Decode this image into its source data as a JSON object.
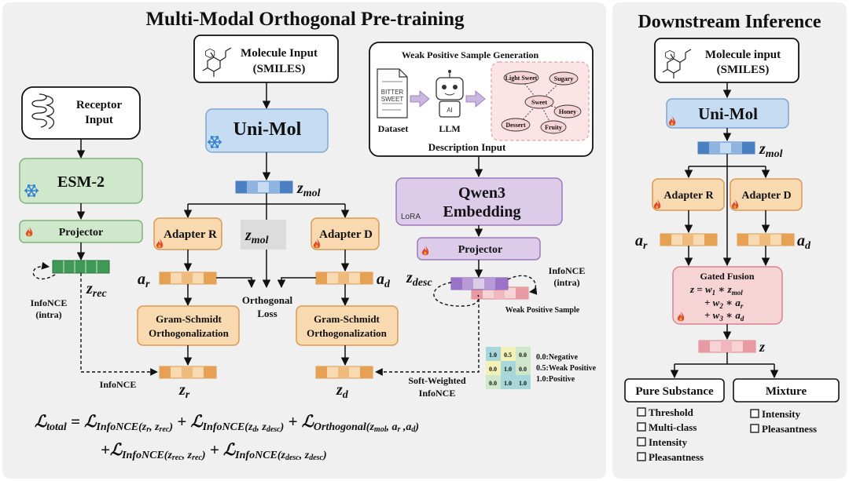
{
  "pretrain": {
    "title": "Multi-Modal Orthogonal Pre-training",
    "receptor_input": [
      "Receptor",
      "Input"
    ],
    "molecule_input": [
      "Molecule Input",
      "(SMILES)"
    ],
    "esm2": "ESM-2",
    "unimol": "Uni-Mol",
    "projector": "Projector",
    "adapter_r": "Adapter R",
    "adapter_d": "Adapter D",
    "z_rec": "z",
    "z_rec_sub": "rec",
    "z_mol": "z",
    "z_mol_sub": "mol",
    "a_r": "a",
    "a_r_sub": "r",
    "a_d": "a",
    "a_d_sub": "d",
    "z_r": "z",
    "z_r_sub": "r",
    "z_d": "z",
    "z_d_sub": "d",
    "z_desc": "z",
    "z_desc_sub": "desc",
    "orthogonal_loss": [
      "Orthogonal",
      "Loss"
    ],
    "gram_schmidt": [
      "Gram-Schmidt",
      "Orthogonalization"
    ],
    "infonce_intra_left": [
      "InfoNCE",
      "(intra)"
    ],
    "infonce": "InfoNCE",
    "soft_weighted": [
      "Soft-Weighted",
      "InfoNCE"
    ],
    "weak_gen_title": "Weak Positive Sample Generation",
    "dataset_doc": [
      "BITTER",
      "SWEET"
    ],
    "dataset": "Dataset",
    "llm": "LLM",
    "llm_ai": "AI",
    "description_input": "Description  Input",
    "taste_nodes": [
      "Light Sweet",
      "Sugary",
      "Sweet",
      "Honey",
      "Dessert",
      "Fruity"
    ],
    "qwen3": [
      "Qwen3",
      "Embedding"
    ],
    "lora": "LoRA",
    "projector2": "Projector",
    "infonce_intra_right": [
      "InfoNCE",
      "(intra)"
    ],
    "weak_positive_sample": "Weak Positive Sample",
    "matrix": [
      "1.0",
      "0.5",
      "0.0",
      "0.0",
      "1.0",
      "0.0",
      "0.0",
      "1.0",
      "1.0"
    ],
    "legend": [
      "0.0:Negative",
      "0.5:Weak Positive",
      "1.0:Positive"
    ],
    "loss_line1": {
      "lhs": "ℒ",
      "lhs_sub": "total",
      "eq": " = ",
      "t1": "ℒ",
      "t1_sub": "InfoNCE(z",
      "t1_sub2": "r",
      "t1_sub3": ", z",
      "t1_sub4": "rec",
      "t1_sub5": ")",
      "plus1": " + ",
      "t2": "ℒ",
      "t2_sub": "InfoNCE(z",
      "t2_sub2": "d",
      "t2_sub3": ", z",
      "t2_sub4": "desc",
      "t2_sub5": ")",
      "plus2": " + ",
      "t3": "ℒ",
      "t3_sub": "Orthogonal(z",
      "t3_sub2": "mol",
      "t3_sub3": ", a",
      "t3_sub4": "r",
      "t3_sub5": " ,a",
      "t3_sub6": "d",
      "t3_sub7": ")"
    },
    "loss_line2": {
      "plus0": "+",
      "t1": "ℒ",
      "t1_sub": "InfoNCE(z",
      "t1_sub2": "rec",
      "t1_sub3": ", z",
      "t1_sub4": "rec",
      "t1_sub5": ")",
      "plus1": " + ",
      "t2": "ℒ",
      "t2_sub": "InfoNCE(z",
      "t2_sub2": "desc",
      "t2_sub3": ", z",
      "t2_sub4": "desc",
      "t2_sub5": ")"
    }
  },
  "inference": {
    "title": "Downstream Inference",
    "molecule_input": [
      "Molecule input",
      "(SMILES)"
    ],
    "unimol": "Uni-Mol",
    "z_mol": "z",
    "z_mol_sub": "mol",
    "adapter_r": "Adapter R",
    "adapter_d": "Adapter D",
    "a_r": "a",
    "a_r_sub": "r",
    "a_d": "a",
    "a_d_sub": "d",
    "gated_fusion": "Gated Fusion",
    "fusion_lines": [
      {
        "pre": "z  =  ",
        "w": "w",
        "wsub": "1",
        "mid": " ∗ ",
        "v": "z",
        "vsub": "mol"
      },
      {
        "pre": "+  ",
        "w": "w",
        "wsub": "2",
        "mid": " ∗ ",
        "v": "a",
        "vsub": "r"
      },
      {
        "pre": "+  ",
        "w": "w",
        "wsub": "3",
        "mid": " ∗ ",
        "v": "a",
        "vsub": "d"
      }
    ],
    "z": "z",
    "pure_substance": "Pure Substance",
    "mixture": "Mixture",
    "pure_items": [
      "Threshold",
      "Multi-class",
      "Intensity",
      "Pleasantness"
    ],
    "mixture_items": [
      "Intensity",
      "Pleasantness"
    ]
  },
  "colors": {
    "panel_bg": "#f0f0f0",
    "blue_fill": "#c5dcf2",
    "blue_stroke": "#7fa6d1",
    "green_fill": "#cfe8cc",
    "green_stroke": "#7fb37a",
    "orange_fill": "#f9d9b0",
    "orange_stroke": "#d99a52",
    "purple_fill": "#dccbe9",
    "purple_stroke": "#9d7ab8",
    "pink_fill": "#f6d3d5",
    "pink_stroke": "#d9868c",
    "vec_blue": "#4a7fc1",
    "vec_green": "#3f9a57",
    "vec_orange": "#e6a155",
    "vec_purple": "#9a72c6",
    "vec_pink": "#e89aa3",
    "gray_box": "#dcdcdc"
  },
  "icons": [
    "snowflake-icon",
    "flame-icon",
    "molecule-icon",
    "protein-icon",
    "document-icon",
    "robot-icon",
    "checkbox-icon"
  ]
}
